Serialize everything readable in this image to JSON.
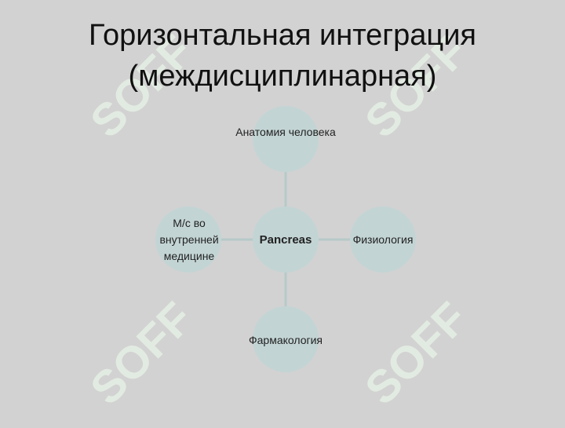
{
  "slide": {
    "title_line1": "Горизонтальная интеграция",
    "title_line2": "(междисциплинарная)"
  },
  "diagram": {
    "center": {
      "label": "Pancreas"
    },
    "top": {
      "label": "Анатомия человека"
    },
    "right": {
      "label": "Физиология"
    },
    "bottom": {
      "label": "Фармакология"
    },
    "left": {
      "label_lines": [
        "М/с во",
        "внутренней",
        "медицине"
      ]
    }
  },
  "watermark": {
    "text": "SOFF"
  },
  "colors": {
    "background": "#d2d2d2",
    "node_fill": "#c3d4d4",
    "connector": "#b7c9c9",
    "watermark": "#e4eee4"
  }
}
